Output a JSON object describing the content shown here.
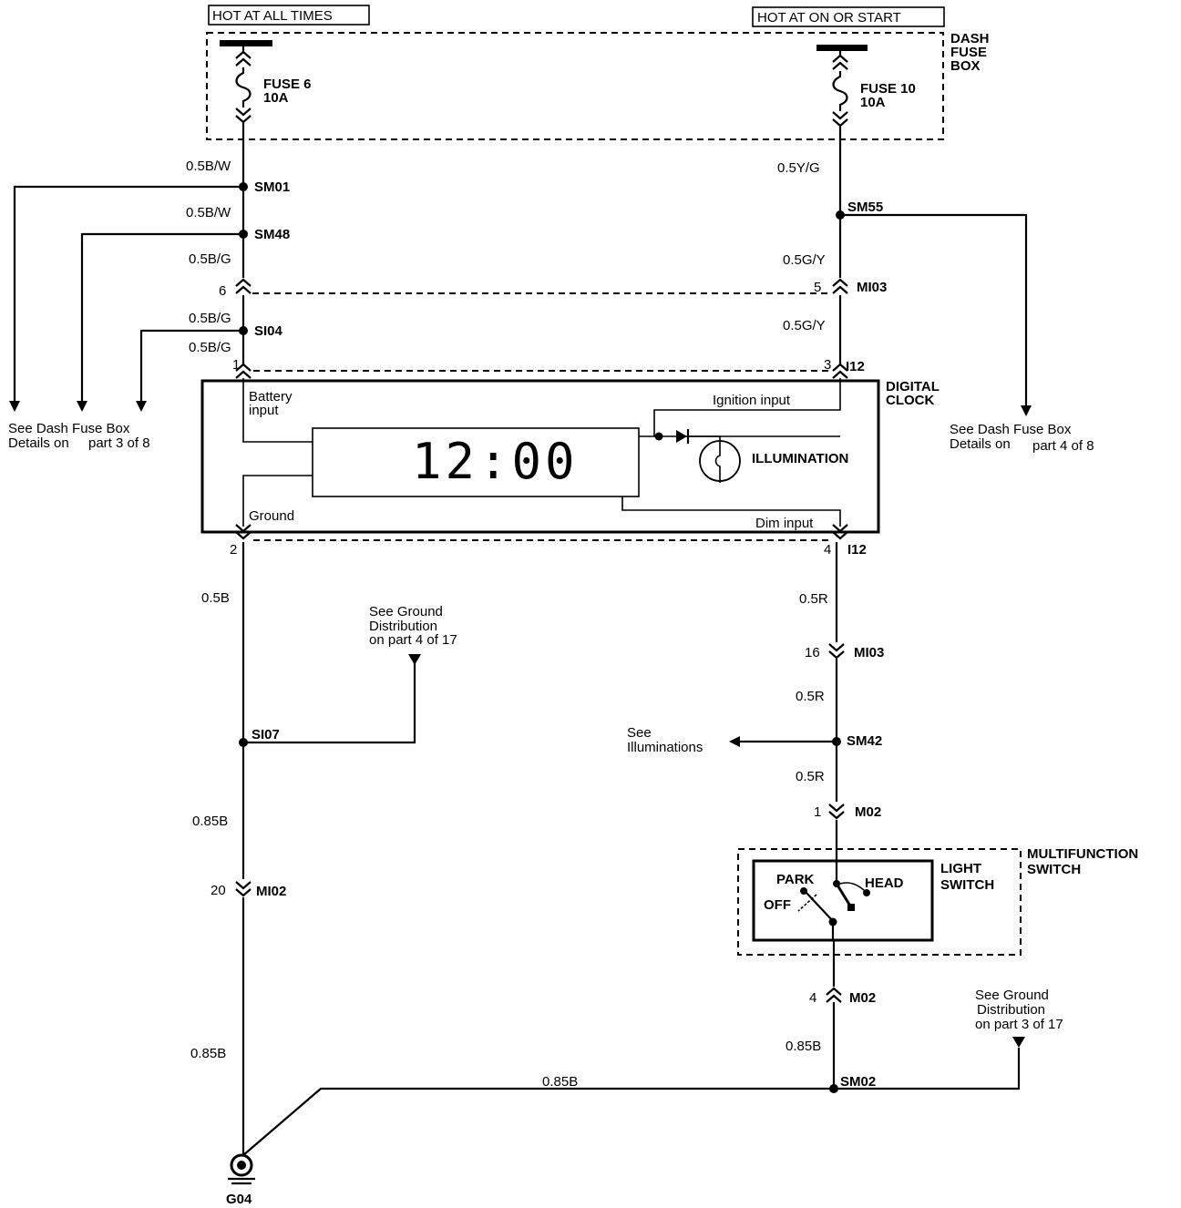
{
  "supply": {
    "hot_all_times": "HOT AT ALL TIMES",
    "hot_on_start": "HOT AT ON OR START"
  },
  "fuse_box": {
    "label_1": "DASH",
    "label_2": "FUSE",
    "label_3": "BOX"
  },
  "fuses": [
    {
      "name": "FUSE 6",
      "rating": "10A"
    },
    {
      "name": "FUSE 10",
      "rating": "10A"
    }
  ],
  "wires": {
    "w_05bw_1": "0.5B/W",
    "w_05bw_2": "0.5B/W",
    "w_05bg_1": "0.5B/G",
    "w_05bg_2": "0.5B/G",
    "w_05bg_3": "0.5B/G",
    "w_05yg": "0.5Y/G",
    "w_05gy_1": "0.5G/Y",
    "w_05gy_2": "0.5G/Y",
    "w_05b": "0.5B",
    "w_085b_1": "0.85B",
    "w_085b_2": "0.85B",
    "w_085b_3": "0.85B",
    "w_085b_4": "0.85B",
    "w_05r_1": "0.5R",
    "w_05r_2": "0.5R",
    "w_05r_3": "0.5R"
  },
  "splices": {
    "sm01": "SM01",
    "sm48": "SM48",
    "si04": "SI04",
    "sm55": "SM55",
    "si07": "SI07",
    "sm42": "SM42",
    "sm02": "SM02"
  },
  "connectors": {
    "pin6": "6",
    "pin5": "5",
    "mi03_a": "MI03",
    "pin1": "1",
    "pin3": "3",
    "i12_a": "I12",
    "pin2": "2",
    "pin4": "4",
    "i12_b": "I12",
    "pin16": "16",
    "mi03_b": "MI03",
    "pin1_m02": "1",
    "m02_a": "M02",
    "pin20": "20",
    "mi02": "MI02",
    "pin4_m02": "4",
    "m02_b": "M02"
  },
  "clock": {
    "title_1": "DIGITAL",
    "title_2": "CLOCK",
    "battery_1": "Battery",
    "battery_2": "input",
    "ignition": "Ignition input",
    "ground": "Ground",
    "dim": "Dim input",
    "illumination": "ILLUMINATION",
    "display": "12:00"
  },
  "refs": {
    "dash_fuse_left_1": "See Dash Fuse Box",
    "dash_fuse_left_2": "Details on",
    "dash_fuse_left_3": "part 3 of 8",
    "dash_fuse_right_1": "See Dash Fuse Box",
    "dash_fuse_right_2": "Details on",
    "dash_fuse_right_3": "part 4 of 8",
    "ground_a_1": "See Ground",
    "ground_a_2": "Distribution",
    "ground_a_3": "on part 4 of 17",
    "ground_b_1": "See Ground",
    "ground_b_2": "Distribution",
    "ground_b_3": "on part 3 of 17",
    "illum_1": "See",
    "illum_2": "Illuminations"
  },
  "switch": {
    "mf_1": "MULTIFUNCTION",
    "mf_2": "SWITCH",
    "ls_1": "LIGHT",
    "ls_2": "SWITCH",
    "park": "PARK",
    "head": "HEAD",
    "off": "OFF"
  },
  "ground_point": "G04"
}
